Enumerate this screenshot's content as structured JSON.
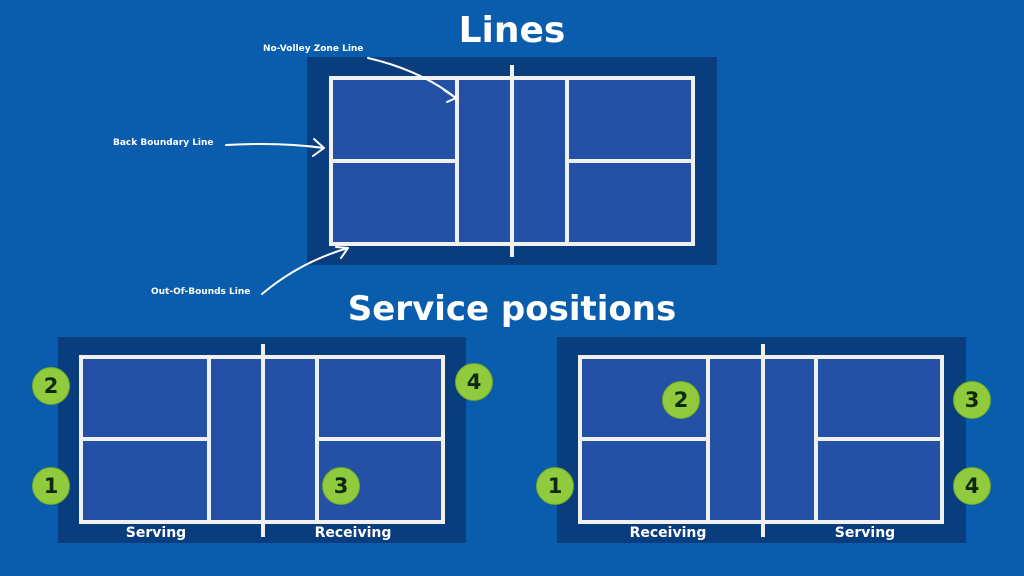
{
  "titles": {
    "lines": "Lines",
    "service": "Service positions"
  },
  "annotations": {
    "nvz": "No-Volley Zone Line",
    "back": "Back Boundary Line",
    "oob": "Out-Of-Bounds Line"
  },
  "left_court": {
    "players": [
      "1",
      "2",
      "3",
      "4"
    ],
    "left_label": "Serving",
    "right_label": "Receiving"
  },
  "right_court": {
    "players": [
      "1",
      "2",
      "3",
      "4"
    ],
    "left_label": "Receiving",
    "right_label": "Serving"
  },
  "colors": {
    "background": "#0a5cad",
    "court_border": "#0a3d7e",
    "court_fill": "#2450a6",
    "lines": "#f0f0f0",
    "badge": "#8fcb3c"
  }
}
